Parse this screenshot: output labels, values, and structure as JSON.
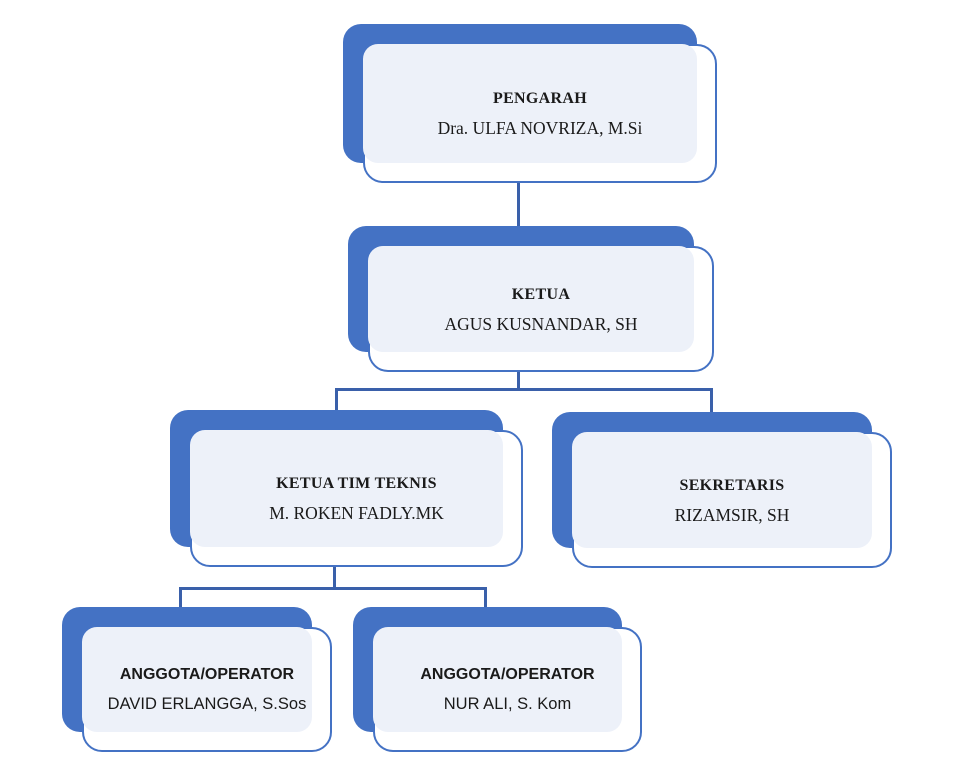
{
  "diagram": {
    "type": "org-chart",
    "background": "white",
    "colors": {
      "accent": "#4472C4",
      "fill": "#EDF1F9",
      "connector": "#3A60AA",
      "text": "#1A1A1A",
      "bg": "#FFFFFF"
    },
    "nodes": [
      {
        "id": "pengarah",
        "title": "PENGARAH",
        "name": "Dra. ULFA NOVRIZA, M.Si"
      },
      {
        "id": "ketua",
        "title": "KETUA",
        "name": "AGUS KUSNANDAR, SH"
      },
      {
        "id": "ketua-tim-teknis",
        "title": "KETUA TIM TEKNIS",
        "name": "M. ROKEN FADLY.MK"
      },
      {
        "id": "sekretaris",
        "title": "SEKRETARIS",
        "name": "RIZAMSIR, SH"
      },
      {
        "id": "anggota-operator-1",
        "title": "ANGGOTA/OPERATOR",
        "name": "DAVID ERLANGGA, S.Sos"
      },
      {
        "id": "anggota-operator-2",
        "title": "ANGGOTA/OPERATOR",
        "name": "NUR ALI, S. Kom"
      }
    ],
    "edges": [
      {
        "from": "pengarah",
        "to": "ketua"
      },
      {
        "from": "ketua",
        "to": "ketua-tim-teknis"
      },
      {
        "from": "ketua",
        "to": "sekretaris"
      },
      {
        "from": "ketua-tim-teknis",
        "to": "anggota-operator-1"
      },
      {
        "from": "ketua-tim-teknis",
        "to": "anggota-operator-2"
      }
    ]
  }
}
